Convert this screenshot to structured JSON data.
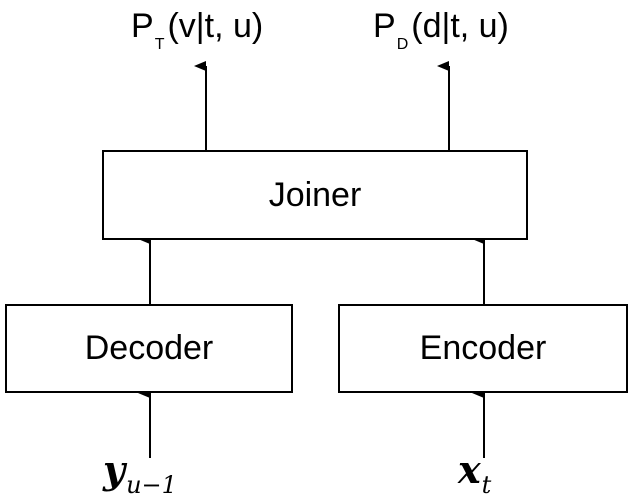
{
  "boxes": {
    "joiner": "Joiner",
    "decoder": "Decoder",
    "encoder": "Encoder"
  },
  "outputs": {
    "left": {
      "main": "P",
      "sub": "T",
      "rest": "(v|t, u)"
    },
    "right": {
      "main": "P",
      "sub": "D",
      "rest": "(d|t, u)"
    }
  },
  "inputs": {
    "left": {
      "main": "y",
      "sub": "u−1"
    },
    "right": {
      "main": "x",
      "sub": "t"
    }
  },
  "colors": {
    "stroke": "#000000",
    "background": "#ffffff"
  }
}
